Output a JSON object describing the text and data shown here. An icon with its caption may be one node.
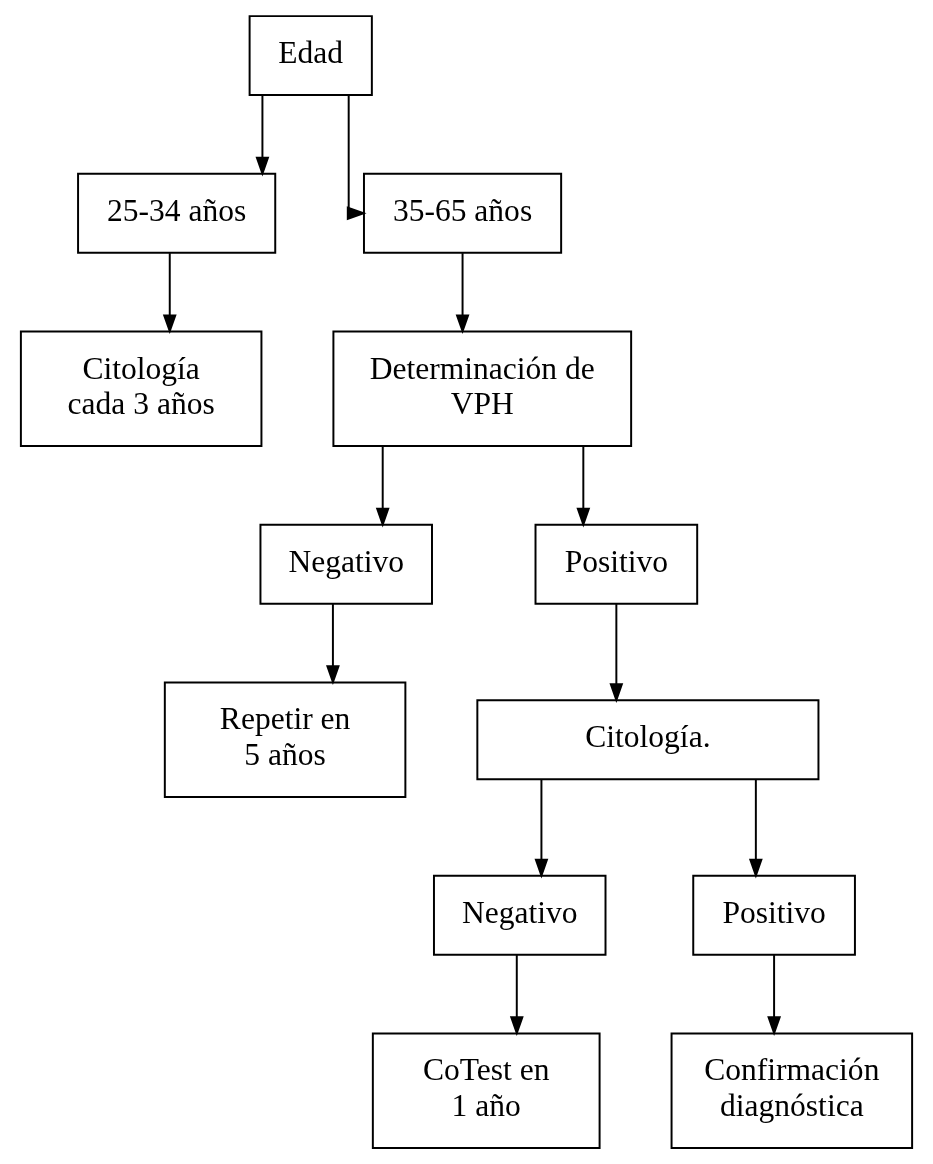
{
  "diagram": {
    "nodes": [
      {
        "text": [
          "Edad"
        ]
      },
      {
        "text": [
          "25-34 años"
        ]
      },
      {
        "text": [
          "35-65 años"
        ]
      },
      {
        "text": [
          "Citología cada 3 años"
        ]
      },
      {
        "text": [
          "Determinación de VPH"
        ]
      },
      {
        "text": [
          "Negativo"
        ]
      },
      {
        "text": [
          "Positivo"
        ]
      },
      {
        "text": [
          "Repetir en 5 años"
        ]
      },
      {
        "text": [
          "Citología."
        ]
      },
      {
        "text": [
          "Negativo"
        ]
      },
      {
        "text": [
          "Positivo"
        ]
      },
      {
        "text": [
          "CoTest en 1 año"
        ]
      },
      {
        "text": [
          "Confirmación diagnóstica"
        ]
      }
    ],
    "edges": [
      {
        "from": 0,
        "to": 1,
        "arrow": "to"
      },
      {
        "from": 0,
        "to": 2,
        "arrow": "to"
      },
      {
        "from": 1,
        "to": 3,
        "arrow": "to"
      },
      {
        "from": 2,
        "to": 4,
        "arrow": "to"
      },
      {
        "from": 4,
        "to": 5,
        "arrow": "to"
      },
      {
        "from": 4,
        "to": 6,
        "arrow": "to"
      },
      {
        "from": 5,
        "to": 7,
        "arrow": "to"
      },
      {
        "from": 6,
        "to": 8,
        "arrow": "to"
      },
      {
        "from": 8,
        "to": 9,
        "arrow": "to"
      },
      {
        "from": 8,
        "to": 10,
        "arrow": "to"
      },
      {
        "from": 9,
        "to": 11,
        "arrow": "to"
      },
      {
        "from": 10,
        "to": 12,
        "arrow": "to"
      }
    ]
  }
}
